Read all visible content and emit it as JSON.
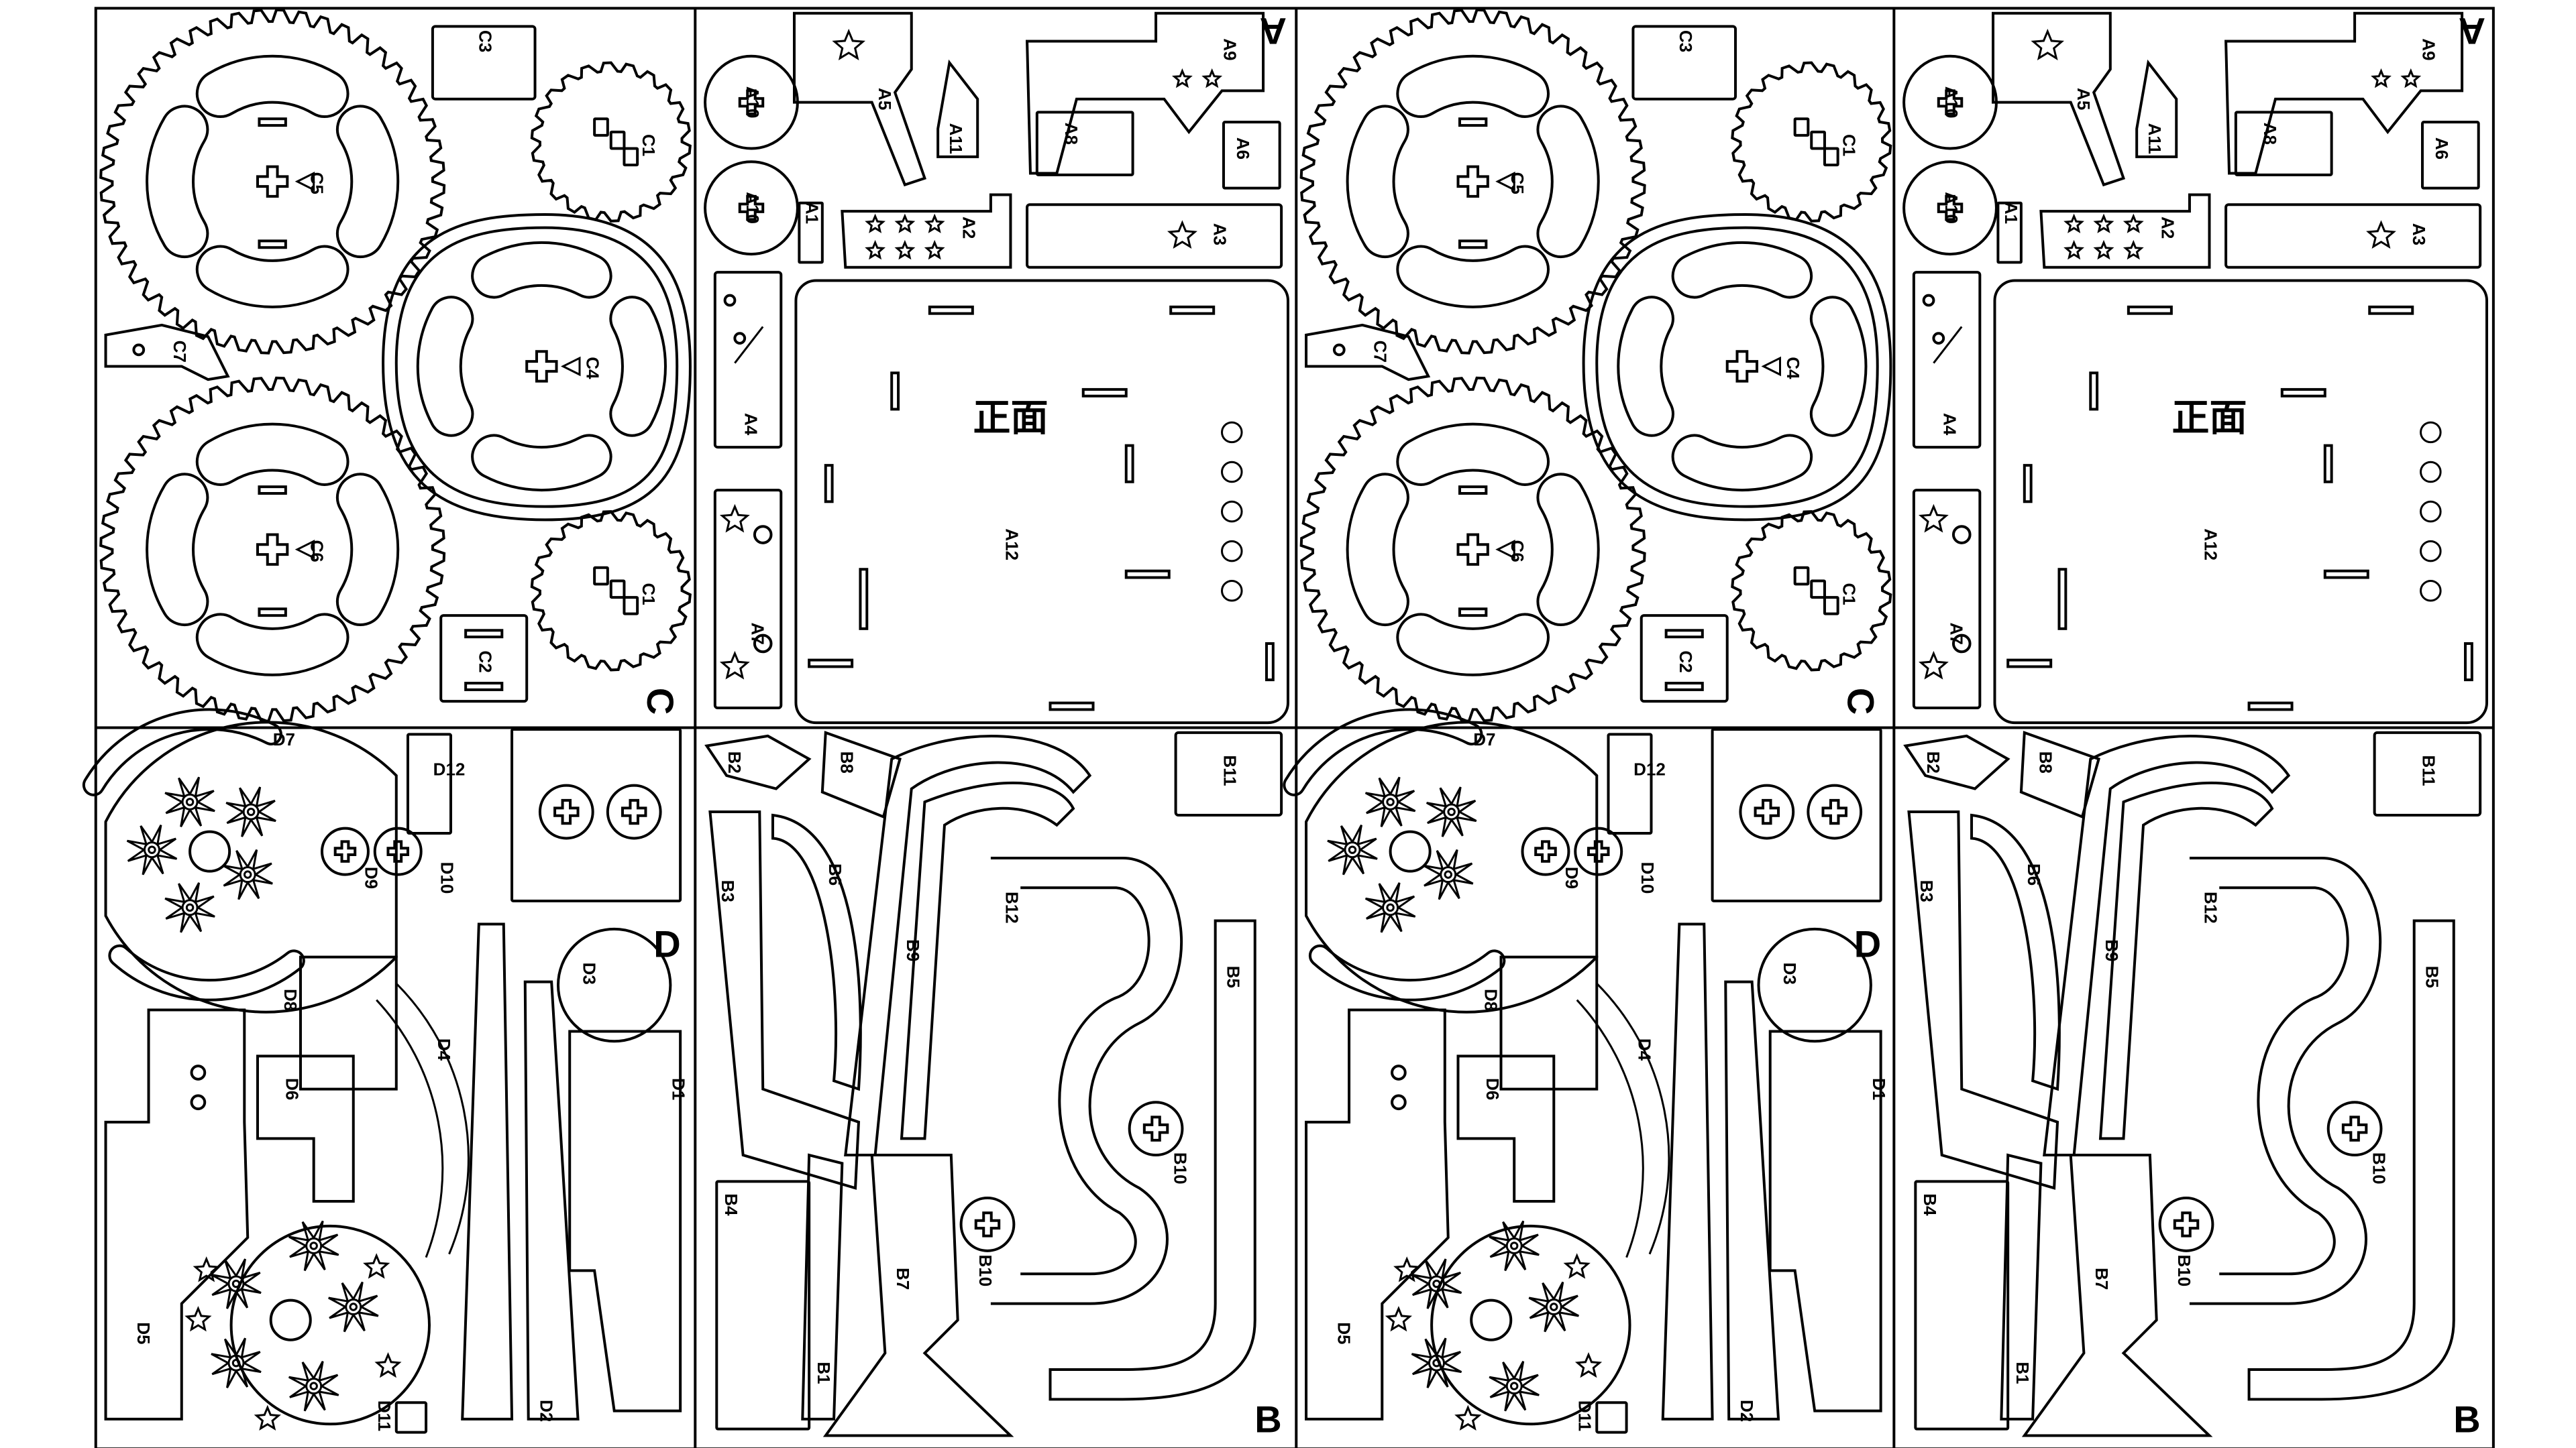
{
  "sheet": {
    "panel_letters": [
      "C",
      "A",
      "C",
      "A",
      "D",
      "B",
      "D",
      "B"
    ],
    "center_text": "正面"
  },
  "parts": {
    "C_panel": [
      "C5",
      "C3",
      "C1",
      "C7",
      "C4",
      "C6",
      "C1",
      "C2"
    ],
    "A_panel": [
      "A5",
      "A9",
      "A11",
      "A8",
      "A6",
      "A10",
      "A10",
      "A1",
      "A3",
      "A4",
      "A2",
      "A12",
      "A7"
    ],
    "D_panel": [
      "D7",
      "D12",
      "D9",
      "D10",
      "D8",
      "D4",
      "D3",
      "D6",
      "D5",
      "D1",
      "D11",
      "D2"
    ],
    "B_panel": [
      "B2",
      "B8",
      "B11",
      "B3",
      "B6",
      "B5",
      "B12",
      "B9",
      "B4",
      "B7",
      "B10",
      "B10",
      "B1"
    ]
  },
  "colors": {
    "line": "#000000",
    "background": "#ffffff"
  },
  "icons": [
    "star-icon",
    "plus-icon",
    "triangle-icon",
    "pinwheel-icon"
  ]
}
